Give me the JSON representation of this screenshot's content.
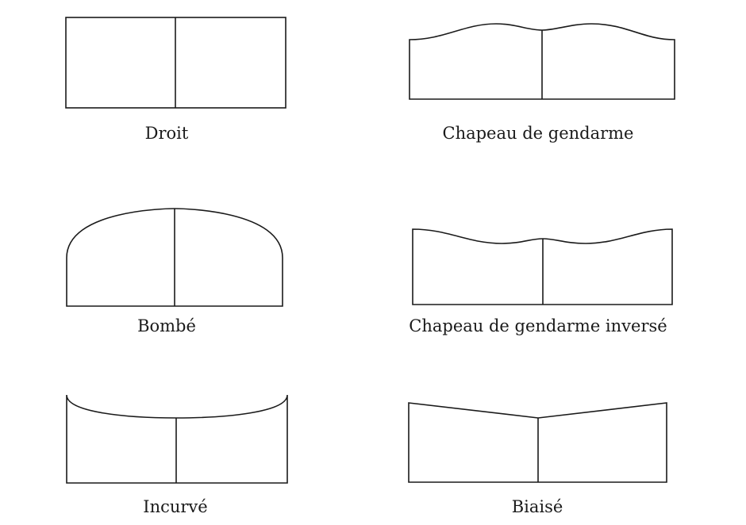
{
  "shapes": [
    {
      "id": "droit",
      "label": "Droit"
    },
    {
      "id": "chapeau-de-gendarme",
      "label": "Chapeau de gendarme"
    },
    {
      "id": "bombe",
      "label": "Bombé"
    },
    {
      "id": "chapeau-de-gendarme-inverse",
      "label": "Chapeau de gendarme inversé"
    },
    {
      "id": "incurve",
      "label": "Incurvé"
    },
    {
      "id": "biaise",
      "label": "Biaisé"
    }
  ]
}
